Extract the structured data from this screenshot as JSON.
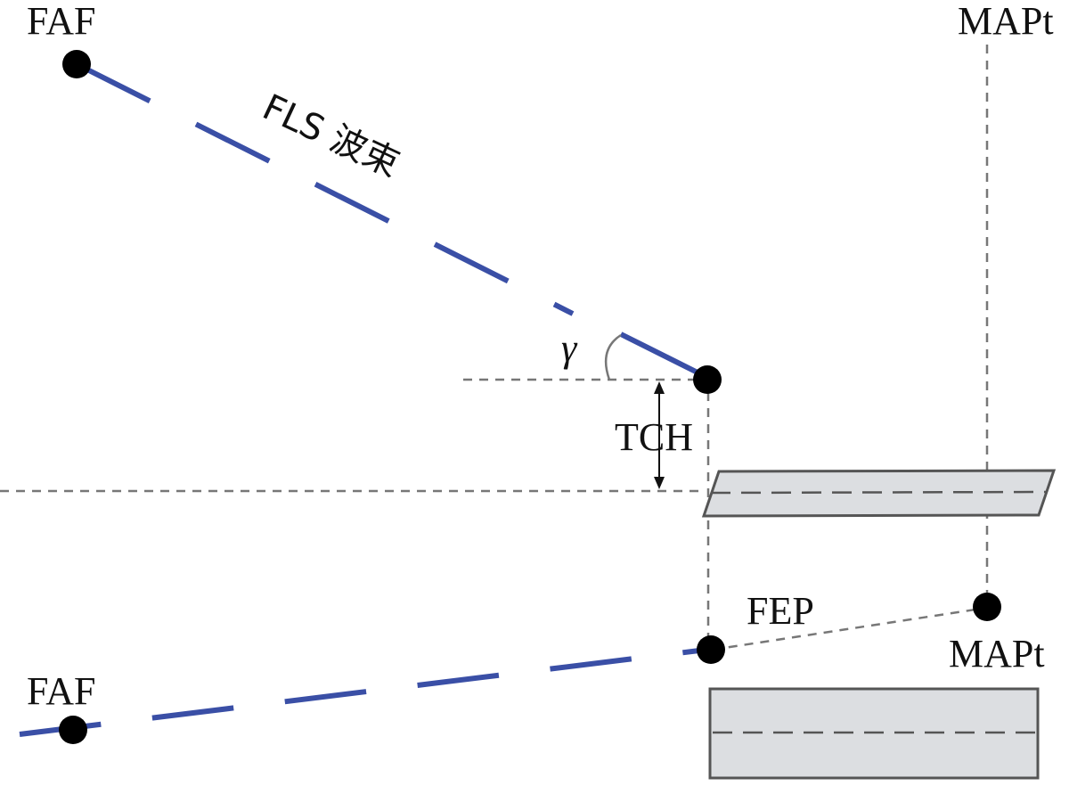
{
  "labels": {
    "faf_top": "FAF",
    "mapt_top": "MAPt",
    "fls_beam": "FLS 波束",
    "gamma": "γ",
    "tch": "TCH",
    "fep": "FEP",
    "mapt_bottom": "MAPt",
    "faf_bottom": "FAF"
  },
  "colors": {
    "beam": "#3a4fa6",
    "guide": "#777777",
    "slab_fill": "#dcdee1",
    "slab_stroke": "#555555",
    "point": "#000000"
  }
}
